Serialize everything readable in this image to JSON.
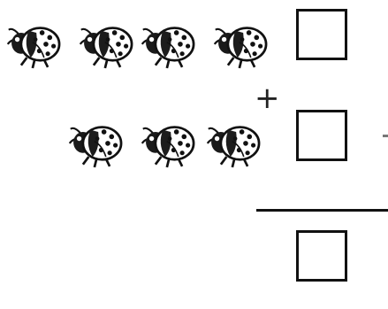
{
  "problem": {
    "operator": "+",
    "row1": {
      "count": 4,
      "icon": "ladybug-icon"
    },
    "row2": {
      "count": 3,
      "icon": "ladybug-icon"
    },
    "boxes": [
      "addend-1-box",
      "addend-2-box",
      "sum-box"
    ]
  },
  "colors": {
    "ink": "#111111",
    "background": "#ffffff"
  }
}
